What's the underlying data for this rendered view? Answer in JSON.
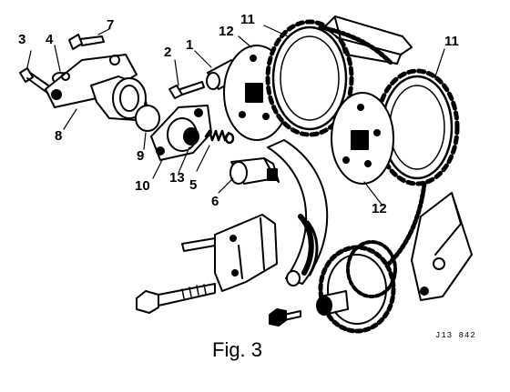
{
  "figure": {
    "caption": "Fig. 3",
    "drawing_code": "J13 842",
    "callouts": [
      "1",
      "2",
      "3",
      "4",
      "5",
      "6",
      "7",
      "8",
      "9",
      "10",
      "11",
      "11",
      "12",
      "12",
      "13"
    ]
  },
  "parts": [
    "bolt",
    "washer",
    "sprocket-bearing-housing",
    "o-ring",
    "gasket",
    "cover-plate",
    "spring",
    "tensioner-plunger",
    "sleeve",
    "pin",
    "camshaft-sprocket",
    "sprocket-hub-plate",
    "chain-guide",
    "tensioner-bracket",
    "crankshaft-sprocket",
    "timing-chain",
    "hex-bolt"
  ]
}
